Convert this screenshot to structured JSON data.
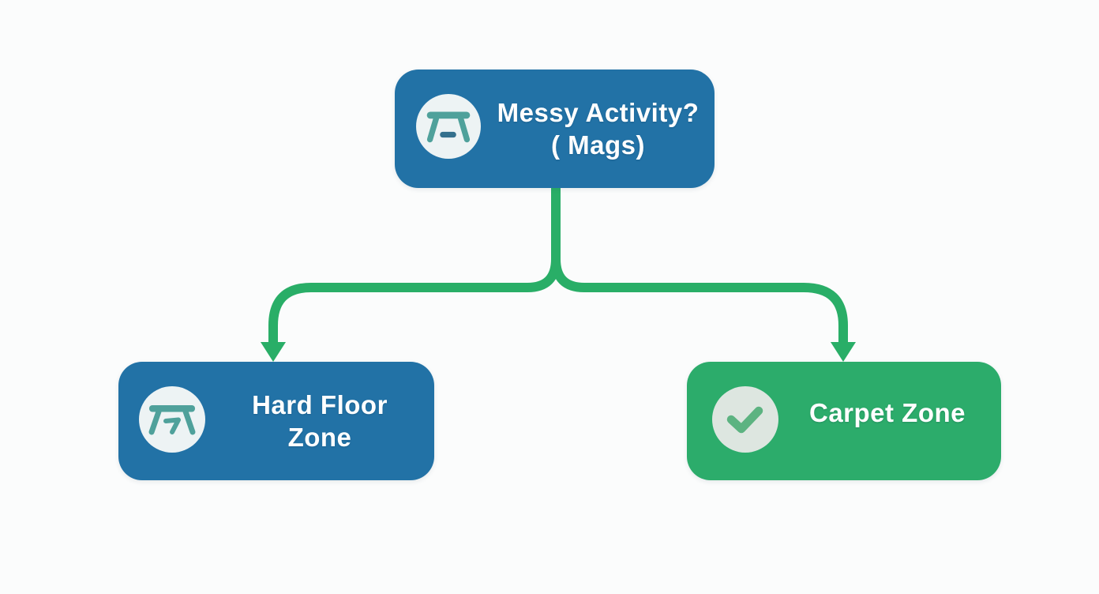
{
  "diagram": {
    "type": "decision-flowchart",
    "background_color": "#fbfcfc",
    "nodes": {
      "root": {
        "line1": "Messy Activity?",
        "line2": "( Mags)",
        "icon": "table-icon",
        "fill": "#2272a6",
        "text_color": "#ffffff"
      },
      "hard_floor": {
        "line1": "Hard Floor",
        "line2": "Zone",
        "icon": "table-arrow-icon",
        "fill": "#2272a6",
        "text_color": "#ffffff"
      },
      "carpet": {
        "line1": "Carpet Zone",
        "icon": "check-icon",
        "fill": "#2cac6b",
        "text_color": "#ffffff"
      }
    },
    "edges": [
      {
        "from": "root",
        "to": "hard_floor",
        "color": "#29ae67",
        "style": "curved-arrow"
      },
      {
        "from": "root",
        "to": "carpet",
        "color": "#29ae67",
        "style": "curved-arrow"
      }
    ],
    "colors": {
      "node_blue": "#2272a6",
      "node_green": "#2cac6b",
      "arrow_green": "#29ae67",
      "icon_teal": "#4fa19b",
      "icon_dark_accent": "#34708d",
      "icon_circle_light": "#edf3f4",
      "icon_circle_sage": "#dde6e0",
      "check_green": "#5cb381",
      "text_white": "#ffffff"
    }
  }
}
